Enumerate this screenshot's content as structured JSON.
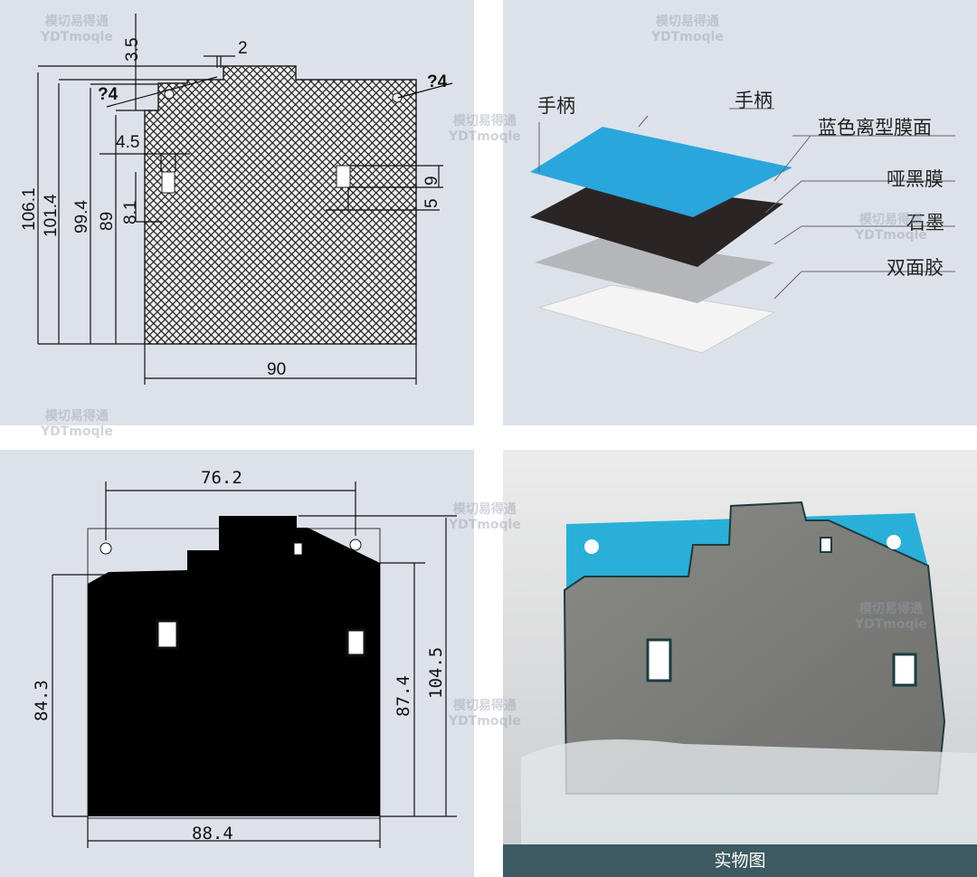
{
  "watermark": {
    "line1": "模切易得通",
    "line2": "YDTmoqle"
  },
  "drawing_top": {
    "dims": {
      "d3_5": "3.5",
      "d2": "2",
      "hole_left": "?4",
      "hole_right": "?4",
      "d4_5": "4.5",
      "d8_1": "8.1",
      "d9": "9",
      "d5": "5",
      "h106_1": "106.1",
      "h101_4": "101.4",
      "h99_4": "99.4",
      "h89": "89",
      "w90": "90"
    }
  },
  "layers": {
    "labels": {
      "handle_left": "手柄",
      "handle_right": "手柄",
      "blue_release": "蓝色离型膜面",
      "matte_black": "哑黑膜",
      "graphite": "石墨",
      "double_tape": "双面胶"
    },
    "colors": {
      "blue": "#29a6dc",
      "black": "#2b2424",
      "graphite": "#b4b6b9",
      "tape": "#f4f4f4"
    }
  },
  "drawing_bottom": {
    "dims": {
      "w76_2": "76.2",
      "h84_3": "84.3",
      "h87_4": "87.4",
      "h104_5": "104.5",
      "w88_4": "88.4"
    }
  },
  "photo": {
    "caption": "实物图"
  }
}
